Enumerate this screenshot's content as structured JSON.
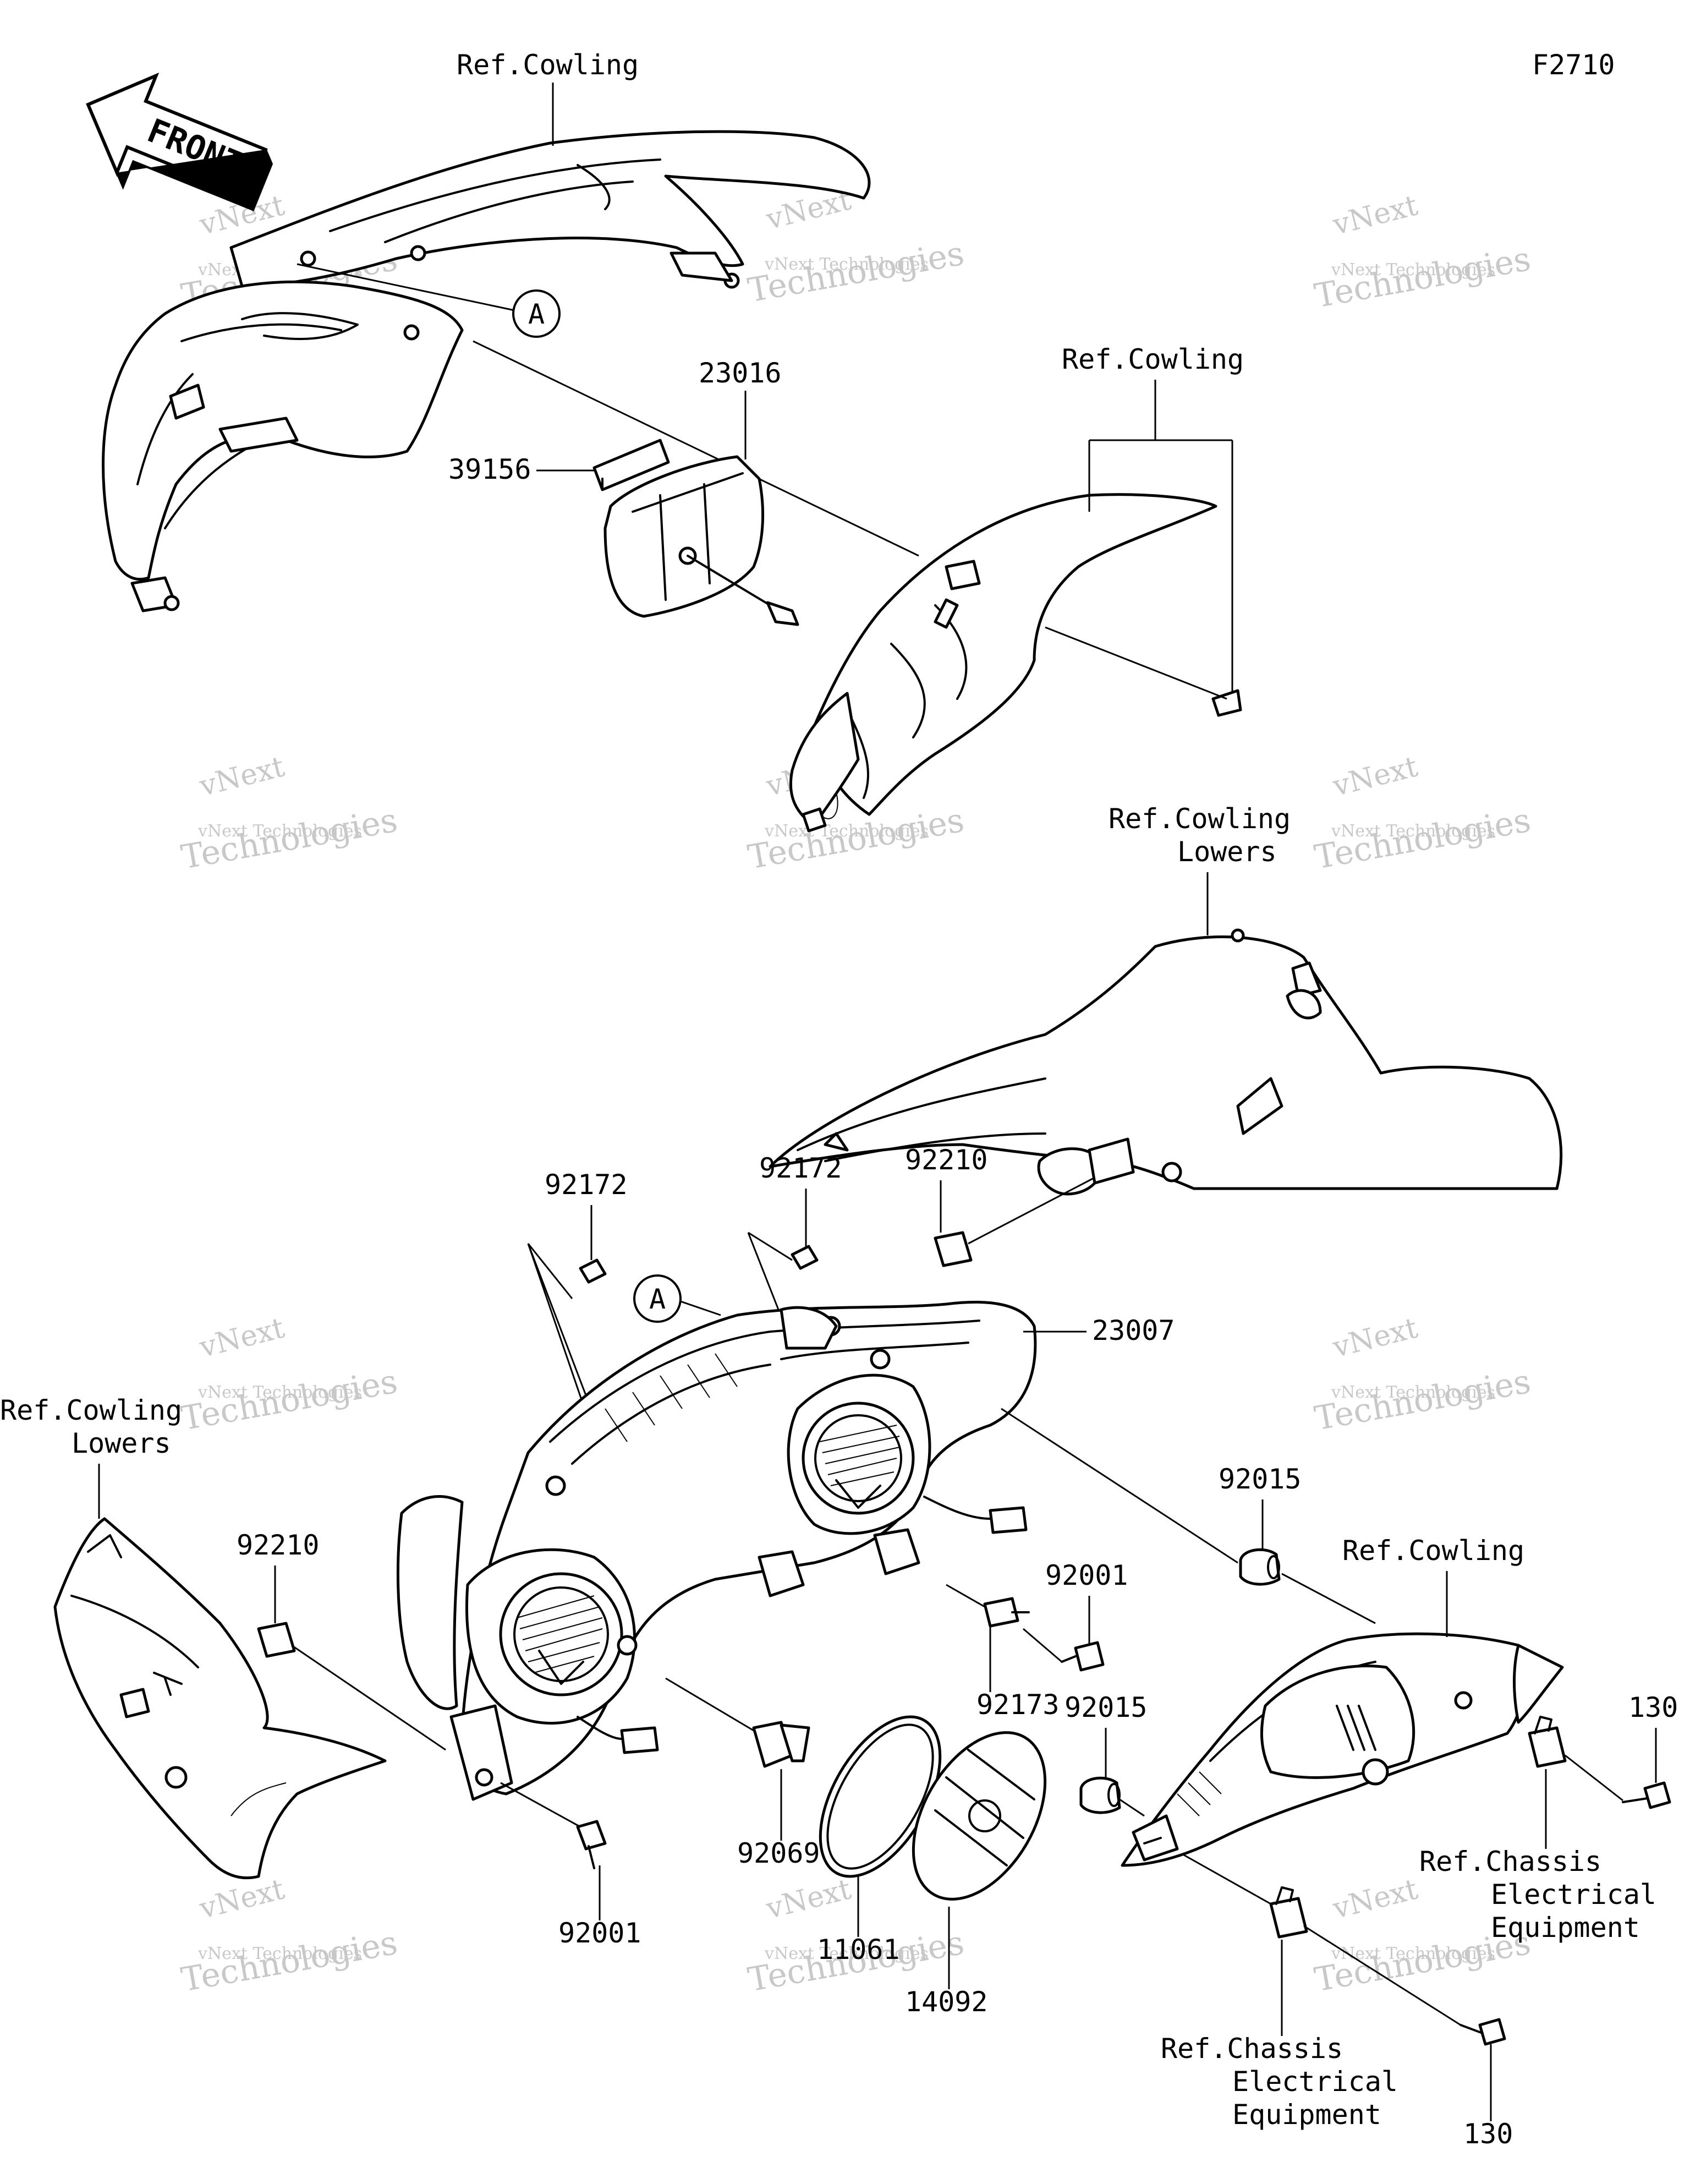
{
  "diagram_code": "F2710",
  "front_arrow": "FRONT",
  "callout_a": "A",
  "watermark": {
    "line1": "vNext",
    "line2": "vNext Technologies",
    "line3": "Technologies"
  },
  "labels": {
    "ref_cowling_top": "Ref.Cowling",
    "ref_cowling_right": "Ref.Cowling",
    "ref_cowling_lowers_right_1": "Ref.Cowling",
    "ref_cowling_lowers_right_2": "Lowers",
    "ref_cowling_lowers_left_1": "Ref.Cowling",
    "ref_cowling_lowers_left_2": "Lowers",
    "ref_cowling_lower_right": "Ref.Cowling",
    "ref_chassis_right_1": "Ref.Chassis",
    "ref_chassis_right_2": "Electrical",
    "ref_chassis_right_3": "Equipment",
    "ref_chassis_bottom_1": "Ref.Chassis",
    "ref_chassis_bottom_2": "Electrical",
    "ref_chassis_bottom_3": "Equipment"
  },
  "parts": {
    "p23016": "23016",
    "p39156": "39156",
    "p92172_left": "92172",
    "p92172_right": "92172",
    "p92210_upper": "92210",
    "p92210_left": "92210",
    "p23007": "23007",
    "p92015_upper": "92015",
    "p92015_lower": "92015",
    "p92001_right": "92001",
    "p92001_bottom": "92001",
    "p92173": "92173",
    "p92069": "92069",
    "p11061": "11061",
    "p14092": "14092",
    "p130_right": "130",
    "p130_bottom": "130"
  }
}
